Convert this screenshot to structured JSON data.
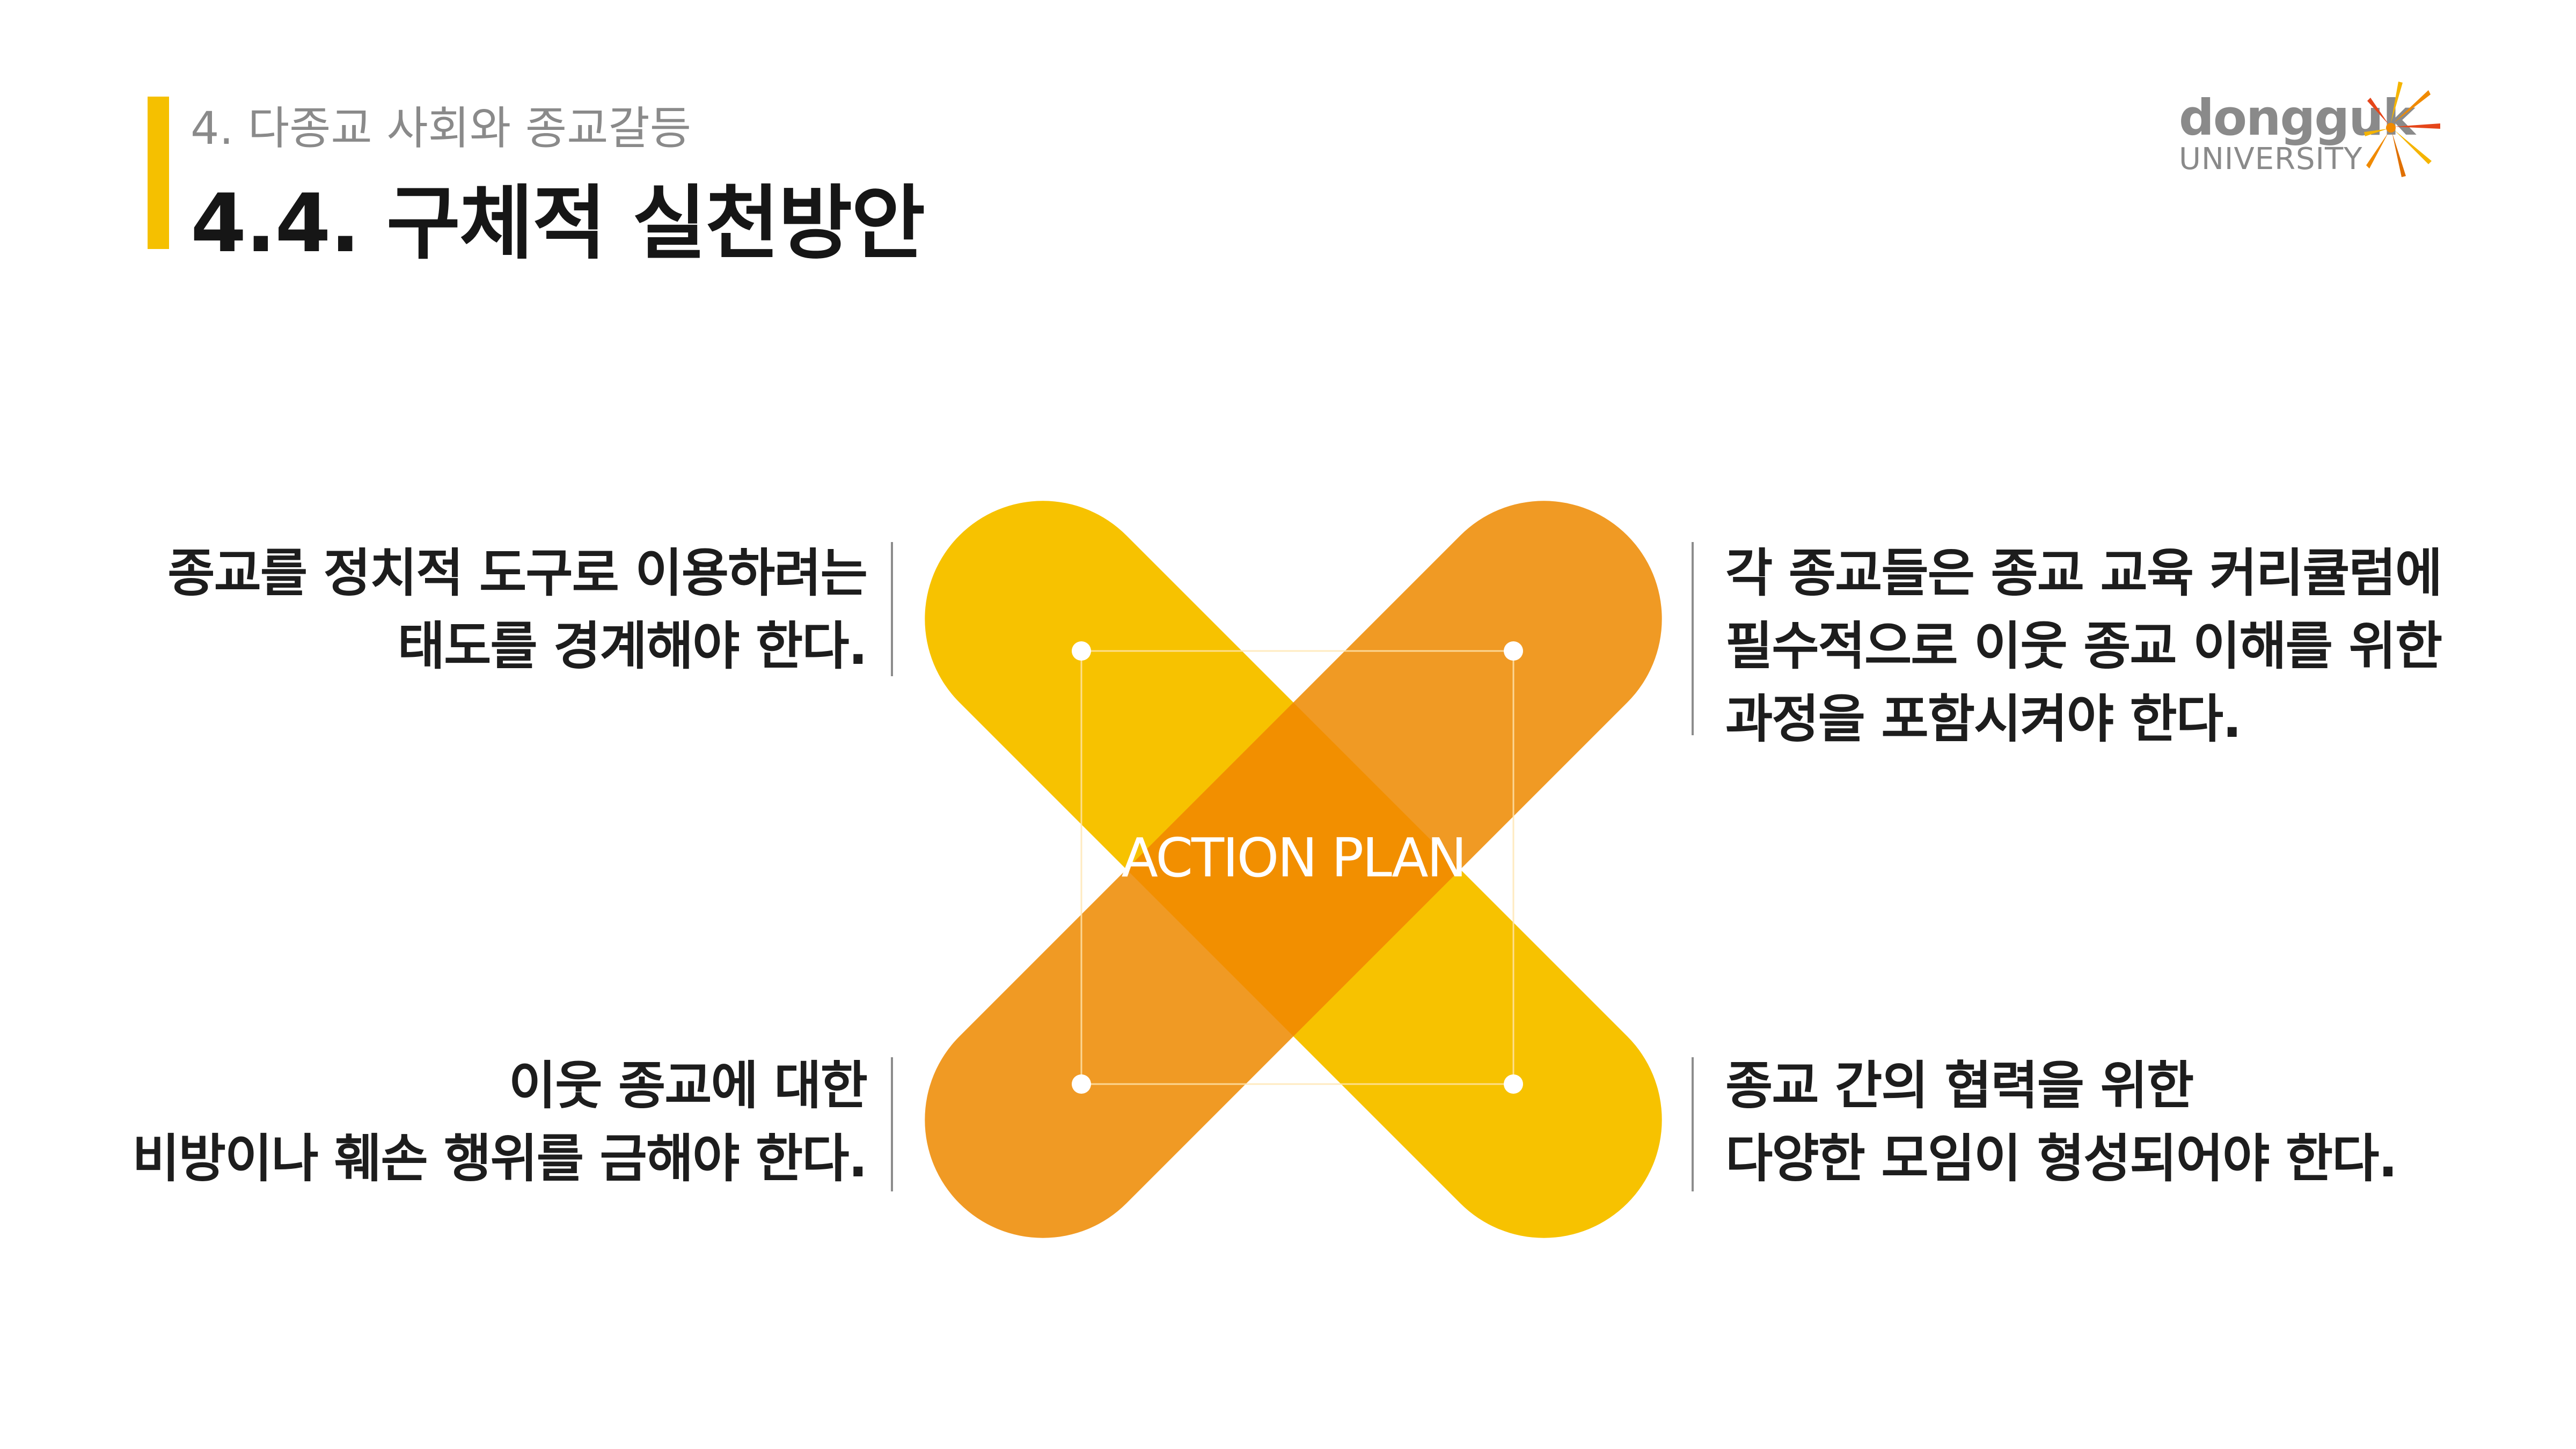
{
  "header": {
    "section": "4. 다종교 사회와 종교갈등",
    "title": "4.4. 구체적 실천방안"
  },
  "logo": {
    "name": "dongguk",
    "sub": "UNIVERSITY"
  },
  "diagram": {
    "center_label": "ACTION PLAN",
    "items": [
      {
        "lines": [
          "종교를 정치적 도구로 이용하려는",
          "태도를 경계해야 한다."
        ]
      },
      {
        "lines": [
          "각 종교들은 종교 교육 커리큘럼에",
          "필수적으로 이웃 종교 이해를 위한",
          "과정을 포함시켜야 한다."
        ]
      },
      {
        "lines": [
          "이웃 종교에 대한",
          "비방이나 훼손 행위를 금해야 한다."
        ]
      },
      {
        "lines": [
          "종교 간의 협력을 위한",
          "다양한 모임이 형성되어야 한다."
        ]
      }
    ]
  },
  "colors": {
    "accent_bar": "#f5c000",
    "band_yellow": "#f7c200",
    "band_orange": "#f09a24",
    "overlap": "#f28f00",
    "logo_gray": "#8a8a8a"
  }
}
